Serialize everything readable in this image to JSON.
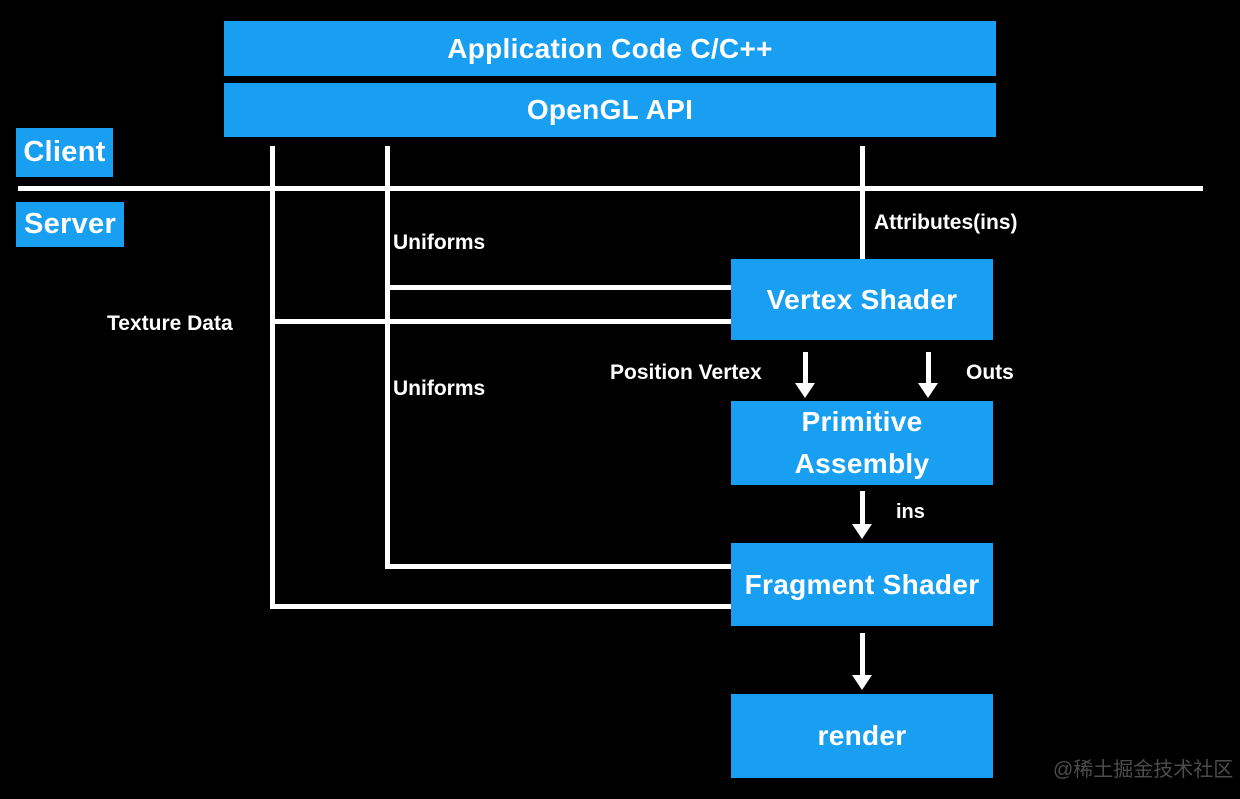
{
  "colors": {
    "background": "#000000",
    "accent_blue": "#189FF2",
    "line_white": "#FFFFFF",
    "watermark_gray": "#4C4C4C"
  },
  "boxes": {
    "application_code": "Application Code C/C++",
    "opengl_api": "OpenGL API",
    "client": "Client",
    "server": "Server",
    "vertex_shader": "Vertex Shader",
    "primitive_assembly": "Primitive Assembly",
    "fragment_shader": "Fragment Shader",
    "render": "render"
  },
  "labels": {
    "attributes": "Attributes(ins)",
    "uniforms_top": "Uniforms",
    "texture_data": "Texture Data",
    "uniforms_bottom": "Uniforms",
    "position_vertex": "Position Vertex",
    "outs": "Outs",
    "ins": "ins"
  },
  "watermark": "@稀土掘金技术社区"
}
